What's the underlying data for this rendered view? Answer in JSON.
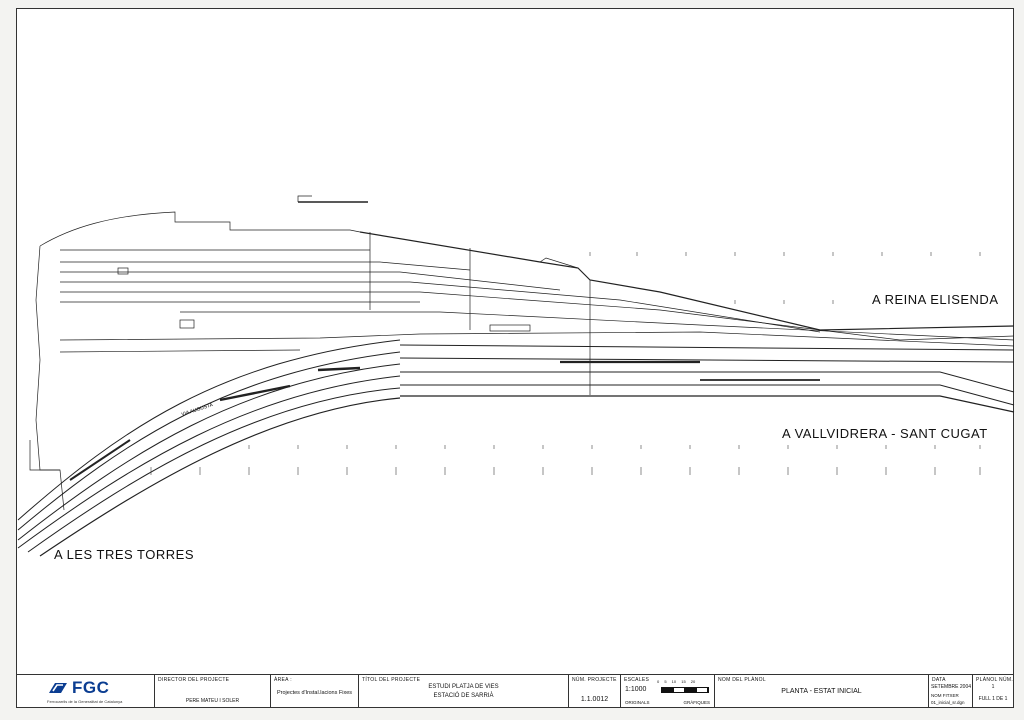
{
  "destinations": {
    "reina_elisenda": "A REINA ELISENDA",
    "vallvidrera": "A VALLVIDRERA - SANT CUGAT",
    "tres_torres": "A LES TRES TORRES"
  },
  "street_label": "VIA AUGUSTA",
  "title_block": {
    "logo": "FGC",
    "logo_sub": "Ferrocarrils de la Generalitat de Catalunya",
    "director_label": "DIRECTOR DEL PROJECTE",
    "director_value": "PERE MATEU I SOLER",
    "area_label": "ÀREA :",
    "area_value": "Projectes d'Instal.lacions Fixes",
    "title_label": "TÍTOL DEL PROJECTE",
    "title_line1": "ESTUDI PLATJA DE VIES",
    "title_line2": "ESTACIÓ DE SARRIÀ",
    "project_num_label": "NÚM. PROJECTE",
    "project_num_value": "1.1.0012",
    "scales_label": "ESCALES",
    "scale_value": "1:1000",
    "scale_ticks": "0 5 10 15 20",
    "originals_label": "ORIGINALS",
    "graphics_label": "GRÀFIQUES",
    "plan_name_label": "NOM DEL PLÀNOL",
    "plan_name_value": "PLANTA - ESTAT INICIAL",
    "date_label": "DATA",
    "date_value": "SETEMBRE 2004",
    "file_label": "NOM FITXER",
    "file_value": "01_inicial_sr.dgn",
    "plan_num_label": "PLÀNOL NÚM.",
    "plan_num_value": "1",
    "sheet_value": "FULL 1 DE 1"
  }
}
